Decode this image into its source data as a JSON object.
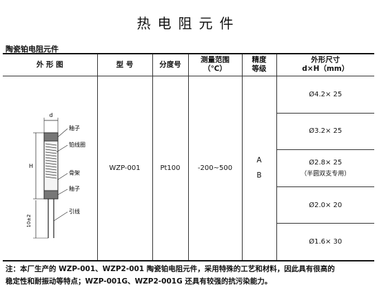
{
  "page_title": "热电阻元件",
  "section_title": "陶瓷铂电阻元件",
  "table": {
    "headers": {
      "diagram": "外 形 图",
      "model": "型  号",
      "graduation": "分度号",
      "range_line1": "测量范围",
      "range_line2": "（℃）",
      "accuracy_line1": "精度",
      "accuracy_line2": "等级",
      "size_line1": "外形尺寸",
      "size_line2": "d×H（mm）"
    },
    "model": "WZP-001",
    "graduation": "Pt100",
    "range": "-200~500",
    "grades": [
      "A",
      "B"
    ],
    "sizes": [
      {
        "value": "Ø4.2× 25",
        "note": ""
      },
      {
        "value": "Ø3.2× 25",
        "note": ""
      },
      {
        "value": "Ø2.8× 25",
        "note": "（半圆双支专用）"
      },
      {
        "value": "Ø2.0× 20",
        "note": ""
      },
      {
        "value": "Ø1.6× 30",
        "note": ""
      }
    ]
  },
  "diagram_labels": {
    "d": "d",
    "H": "H",
    "lead_len": "10±2",
    "parts": [
      "釉子",
      "铂线圈",
      "骨架",
      "釉子",
      "引线"
    ]
  },
  "footnote": {
    "line1": "注：本厂生产的 WZP-001、WZP2-001 陶瓷铂电阻元件，采用特殊的工艺和材料，因此具有很高的",
    "line2": "稳定性和耐振动等特点；WZP-001G、WZP2-001G 还具有较强的抗污染能力。"
  }
}
